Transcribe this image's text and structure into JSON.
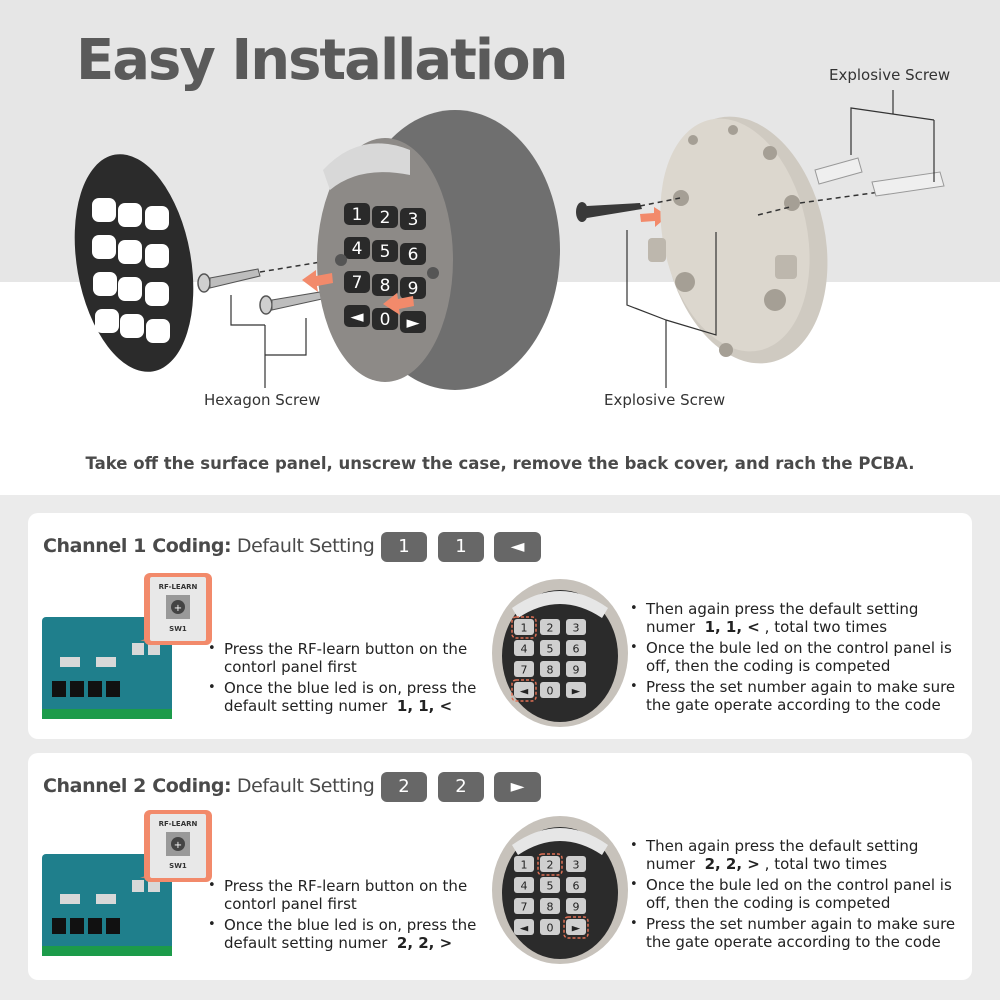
{
  "title": "Easy Installation",
  "labels": {
    "explosive_screw_top": "Explosive Screw",
    "hexagon_screw": "Hexagon Screw",
    "explosive_screw_bottom": "Explosive Screw"
  },
  "instruction": "Take off the surface panel, unscrew the case, remove the back cover, and rach the PCBA.",
  "keypad_keys": [
    "1",
    "2",
    "3",
    "4",
    "5",
    "6",
    "7",
    "8",
    "9",
    "◄",
    "0",
    "►"
  ],
  "pcb": {
    "button_label": "RF-LEARN",
    "switch_label": "SW1"
  },
  "channel1": {
    "title_bold": "Channel 1 Coding:",
    "title_rest": " Default Setting",
    "keys": [
      "1",
      "1",
      "◄"
    ],
    "left_bullets": [
      "Press the RF-learn button on the contorl panel first",
      "Once the blue led is on, press the default setting numer"
    ],
    "left_code": "1, 1, <",
    "right_bullet1_text": "Then again press the default setting numer",
    "right_bullet1_code": "1, 1, <",
    "right_bullet1_tail": ", total two times",
    "right_bullets": [
      "Once the bule led on the control panel is off, then the coding is competed",
      "Press the set number again to make sure the gate operate according to the code"
    ]
  },
  "channel2": {
    "title_bold": "Channel 2 Coding:",
    "title_rest": " Default Setting",
    "keys": [
      "2",
      "2",
      "►"
    ],
    "left_bullets": [
      "Press the RF-learn button on the contorl panel first",
      "Once the blue led is on, press the default setting numer"
    ],
    "left_code": "2, 2, >",
    "right_bullet1_text": "Then again press the default setting numer",
    "right_bullet1_code": "2, 2, >",
    "right_bullet1_tail": ", total two times",
    "right_bullets": [
      "Once the bule led on the control panel is off, then the coding is competed",
      "Press the set number again to make sure the gate operate according to the code"
    ]
  },
  "colors": {
    "arrow": "#f28a6b",
    "highlight": "#e07055",
    "pcb": "#1f7f8c",
    "chip": "#676767"
  }
}
